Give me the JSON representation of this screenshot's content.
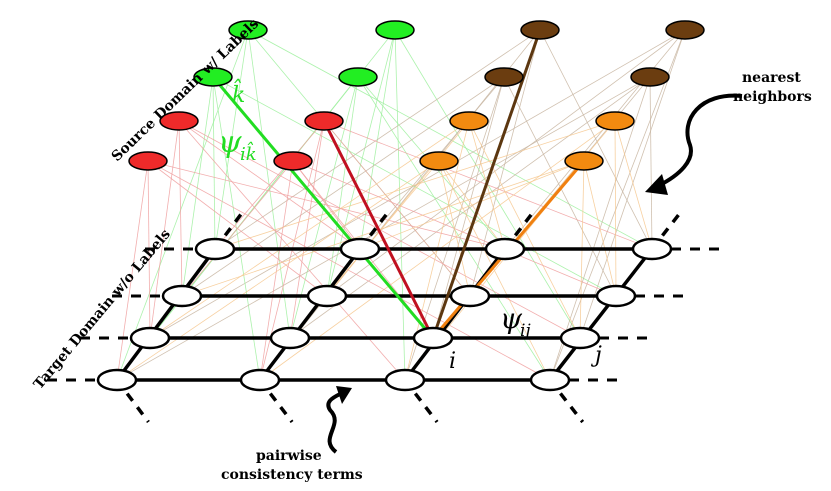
{
  "labels": {
    "source_domain": "Source Domain w/ Labels",
    "target_domain": "Target Domain w/o Labels",
    "nearest_neighbors_line1": "nearest",
    "nearest_neighbors_line2": "neighbors",
    "pairwise_line1": "pairwise",
    "pairwise_line2": "consistency terms",
    "psi_ik": "ψ",
    "psi_ik_sub": "ik̂",
    "k_hat": "k̂",
    "psi_ij": "ψ",
    "psi_ij_sub": "ij",
    "node_i": "i",
    "node_j": "j"
  },
  "colors": {
    "green": "#22ee22",
    "red": "#ee2a2a",
    "orange": "#f28a10",
    "brown": "#6b3d10",
    "green_line": "#22dd22",
    "red_line": "#c01020",
    "orange_line": "#f08010",
    "brown_line": "#5c3710"
  }
}
